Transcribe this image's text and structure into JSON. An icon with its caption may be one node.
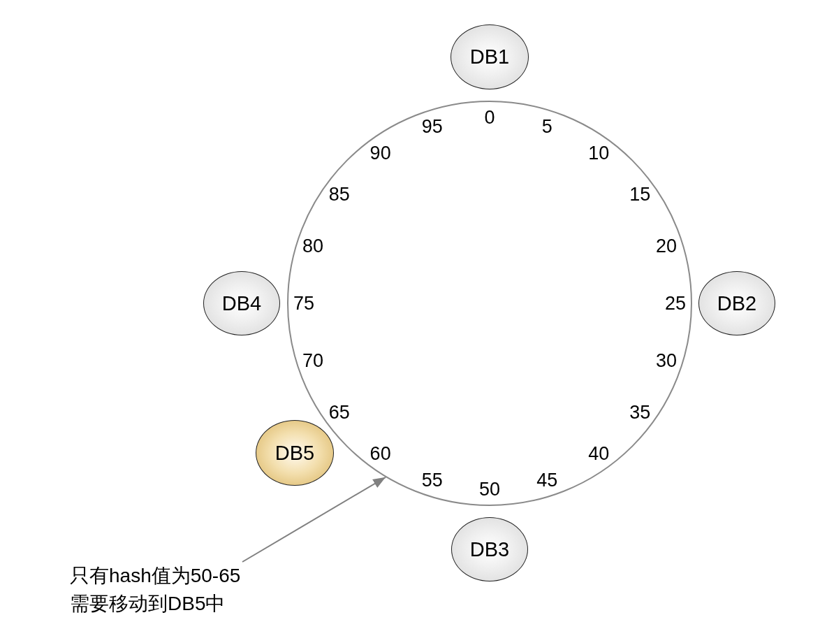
{
  "diagram": {
    "nodes": [
      {
        "text": [
          "DB1"
        ]
      },
      {
        "text": [],
        "shape": "circle"
      },
      {
        "text": [
          "DB4"
        ]
      },
      {
        "text": [
          "DB2"
        ]
      },
      {
        "text": [
          "DB5"
        ]
      },
      {
        "text": [
          "DB3"
        ]
      },
      {
        "text": [
          "只有hash值为50-65需要移动到DB5中"
        ]
      }
    ],
    "edges": [
      {
        "from": 6,
        "to": 1,
        "arrow": "to"
      }
    ],
    "labels": [
      "0",
      "5",
      "10",
      "15",
      "20",
      "25",
      "30",
      "35",
      "40",
      "45",
      "50",
      "55",
      "60",
      "65",
      "70",
      "75",
      "80",
      "85",
      "90",
      "95"
    ]
  }
}
